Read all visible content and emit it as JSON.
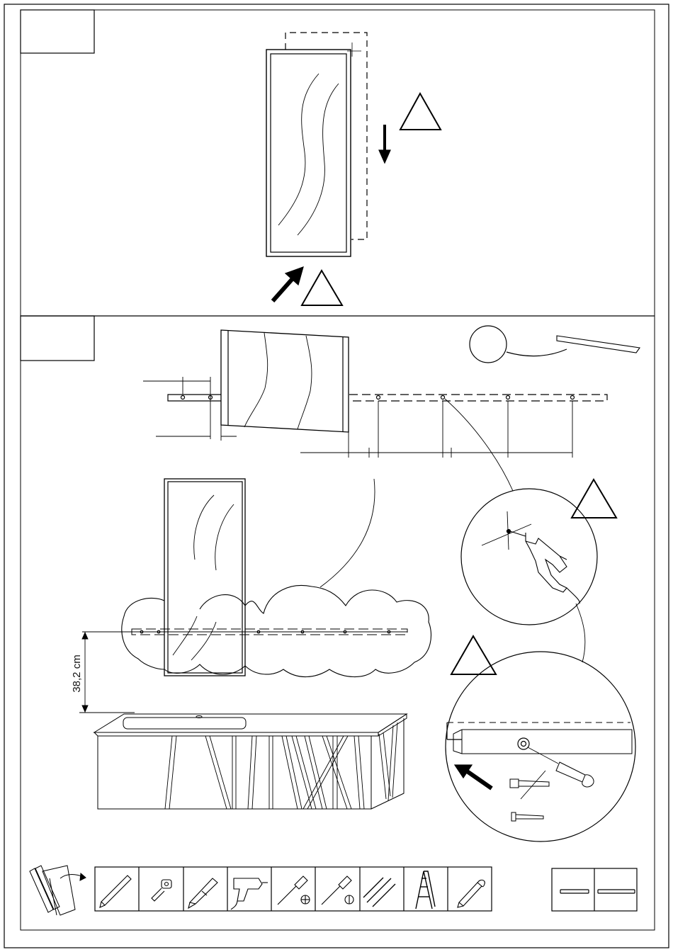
{
  "document": {
    "type": "assembly-instructions",
    "panels": [
      {
        "id": "step-1",
        "step_number": ""
      },
      {
        "id": "step-2",
        "step_number": ""
      }
    ],
    "measurements": {
      "mount_height_label": "38,2 cm"
    },
    "warnings": [
      {
        "panel": "step-1",
        "symbol": "warning-triangle-icon",
        "text": ""
      },
      {
        "panel": "step-1",
        "symbol": "warning-triangle-icon",
        "text": ""
      },
      {
        "panel": "step-2",
        "symbol": "warning-triangle-icon",
        "text": ""
      },
      {
        "panel": "step-2",
        "symbol": "warning-triangle-icon",
        "text": ""
      }
    ],
    "tools": [
      {
        "name": "pencil-icon"
      },
      {
        "name": "tape-measure-icon"
      },
      {
        "name": "utility-knife-icon"
      },
      {
        "name": "power-drill-icon"
      },
      {
        "name": "phillips-screwdriver-icon"
      },
      {
        "name": "flat-screwdriver-icon"
      },
      {
        "name": "drill-bits-icon"
      },
      {
        "name": "step-ladder-icon"
      },
      {
        "name": "screw-icon"
      }
    ],
    "parts": [
      {
        "name": "mounting-rail-short"
      },
      {
        "name": "mounting-rail-long"
      }
    ],
    "colors": {
      "ink": "#000000",
      "paper": "#ffffff"
    }
  }
}
